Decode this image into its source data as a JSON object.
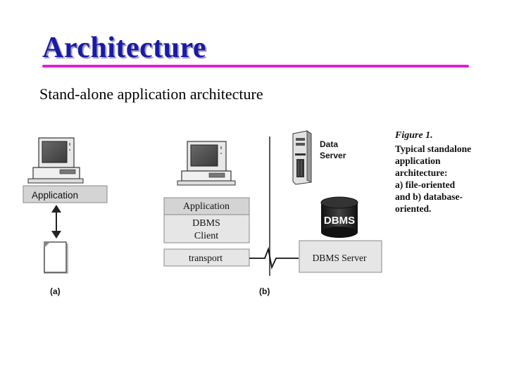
{
  "slide": {
    "title": "Architecture",
    "subtitle": "Stand-alone application architecture"
  },
  "diagram": {
    "panel_a": {
      "application_label": "Application",
      "panel_label": "(a)"
    },
    "panel_b": {
      "application_label": "Application",
      "dbms_client_line1": "DBMS",
      "dbms_client_line2": "Client",
      "transport_label": "transport",
      "data_server_line1": "Data",
      "data_server_line2": "Server",
      "dbms_cylinder_label": "DBMS",
      "dbms_server_label": "DBMS Server",
      "panel_label": "(b)"
    }
  },
  "caption": {
    "heading": "Figure 1.",
    "lines": [
      "Typical standalone",
      "application",
      "architecture:",
      "a) file-oriented",
      "and b) database-",
      "oriented."
    ]
  }
}
